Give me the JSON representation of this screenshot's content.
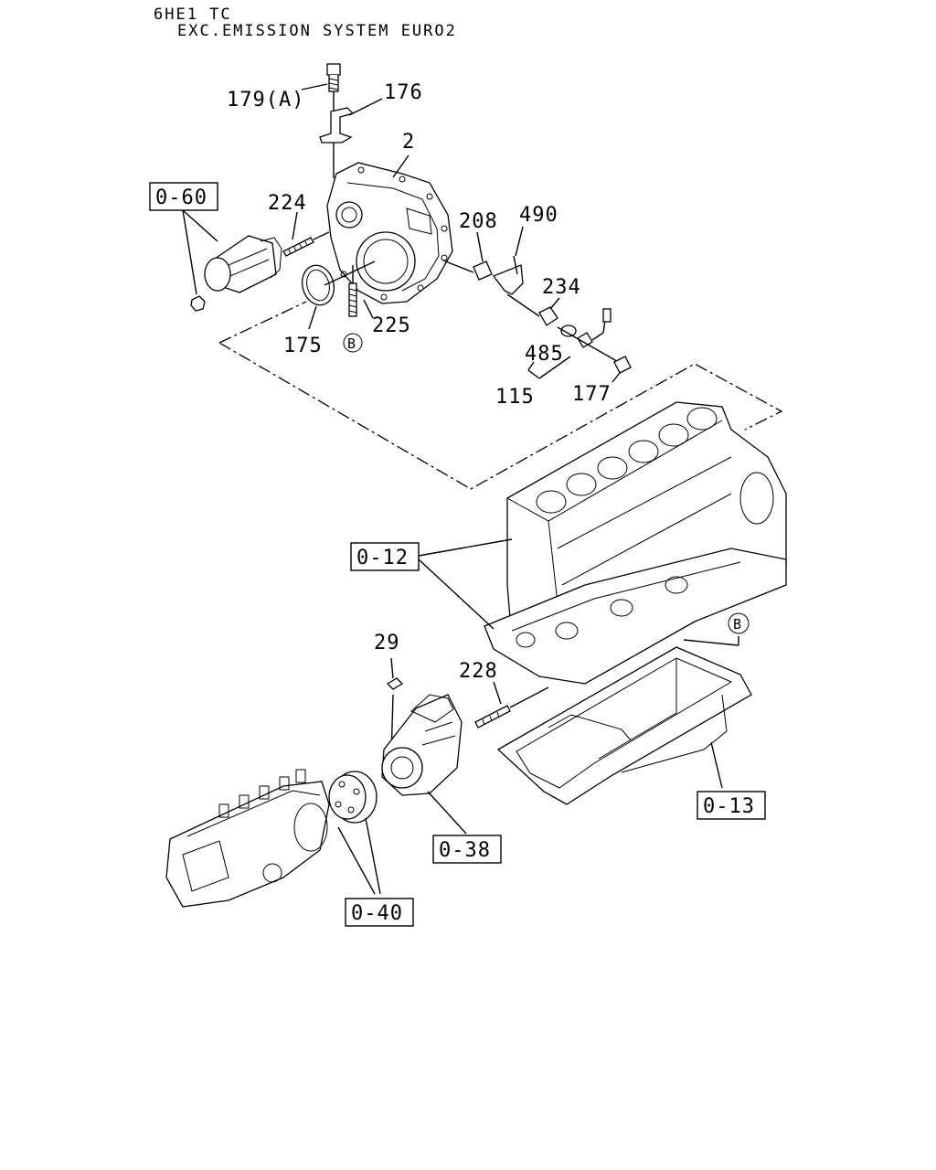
{
  "header": {
    "line1": "6HE1 TC",
    "line2": "EXC.EMISSION SYSTEM EURO2"
  },
  "labels": {
    "p179a": "179(A)",
    "p176": "176",
    "p2": "2",
    "p224": "224",
    "p208": "208",
    "p490": "490",
    "p234": "234",
    "p175": "175",
    "p225": "225",
    "pB1": "B",
    "p485": "485",
    "p115": "115",
    "p177": "177",
    "p29": "29",
    "p228": "228",
    "pB2": "B"
  },
  "refs": {
    "r060": "0-60",
    "r012": "0-12",
    "r013": "0-13",
    "r038": "0-38",
    "r040": "0-40"
  }
}
